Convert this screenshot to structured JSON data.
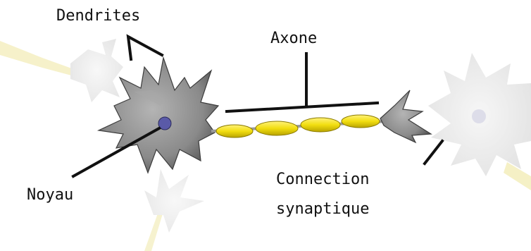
{
  "labels": {
    "dendrites": "Dendrites",
    "axone": "Axone",
    "noyau": "Noyau",
    "connection_line1": "Connection",
    "connection_line2": "synaptique"
  },
  "colors": {
    "myelin": "#f2e01c",
    "soma": "#8f8f8f",
    "nucleus": "#5a5aa8",
    "faded_neuron": "#d6d6d6",
    "leader_line": "#111111"
  }
}
